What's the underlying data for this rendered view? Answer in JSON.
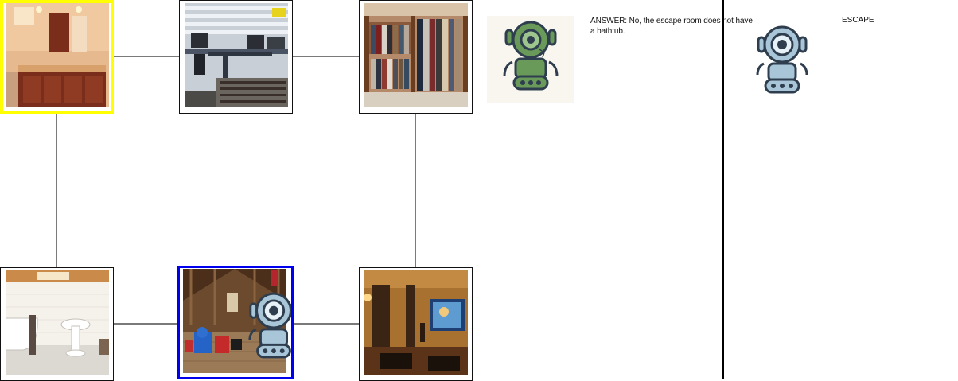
{
  "map": {
    "rooms": [
      {
        "id": "bathroom-vanity",
        "scene": "bathroom"
      },
      {
        "id": "office",
        "scene": "office"
      },
      {
        "id": "closet",
        "scene": "closet"
      },
      {
        "id": "bathroom-tub",
        "scene": "bathroom with bathtub"
      },
      {
        "id": "attic",
        "scene": "attic"
      },
      {
        "id": "home-theater",
        "scene": "home theater"
      }
    ],
    "highlights": {
      "yellow": "#ffff00",
      "blue": "#0000ee"
    },
    "edge_color": "#7a7a7a"
  },
  "answer": {
    "text": "ANSWER: No, the escape room does not have a bathtub."
  },
  "escape": {
    "label": "ESCAPE"
  },
  "colors": {
    "green_robot": "#6a9a5a",
    "blue_robot": "#a9c6d9",
    "robot_outline": "#2f3e4e"
  }
}
